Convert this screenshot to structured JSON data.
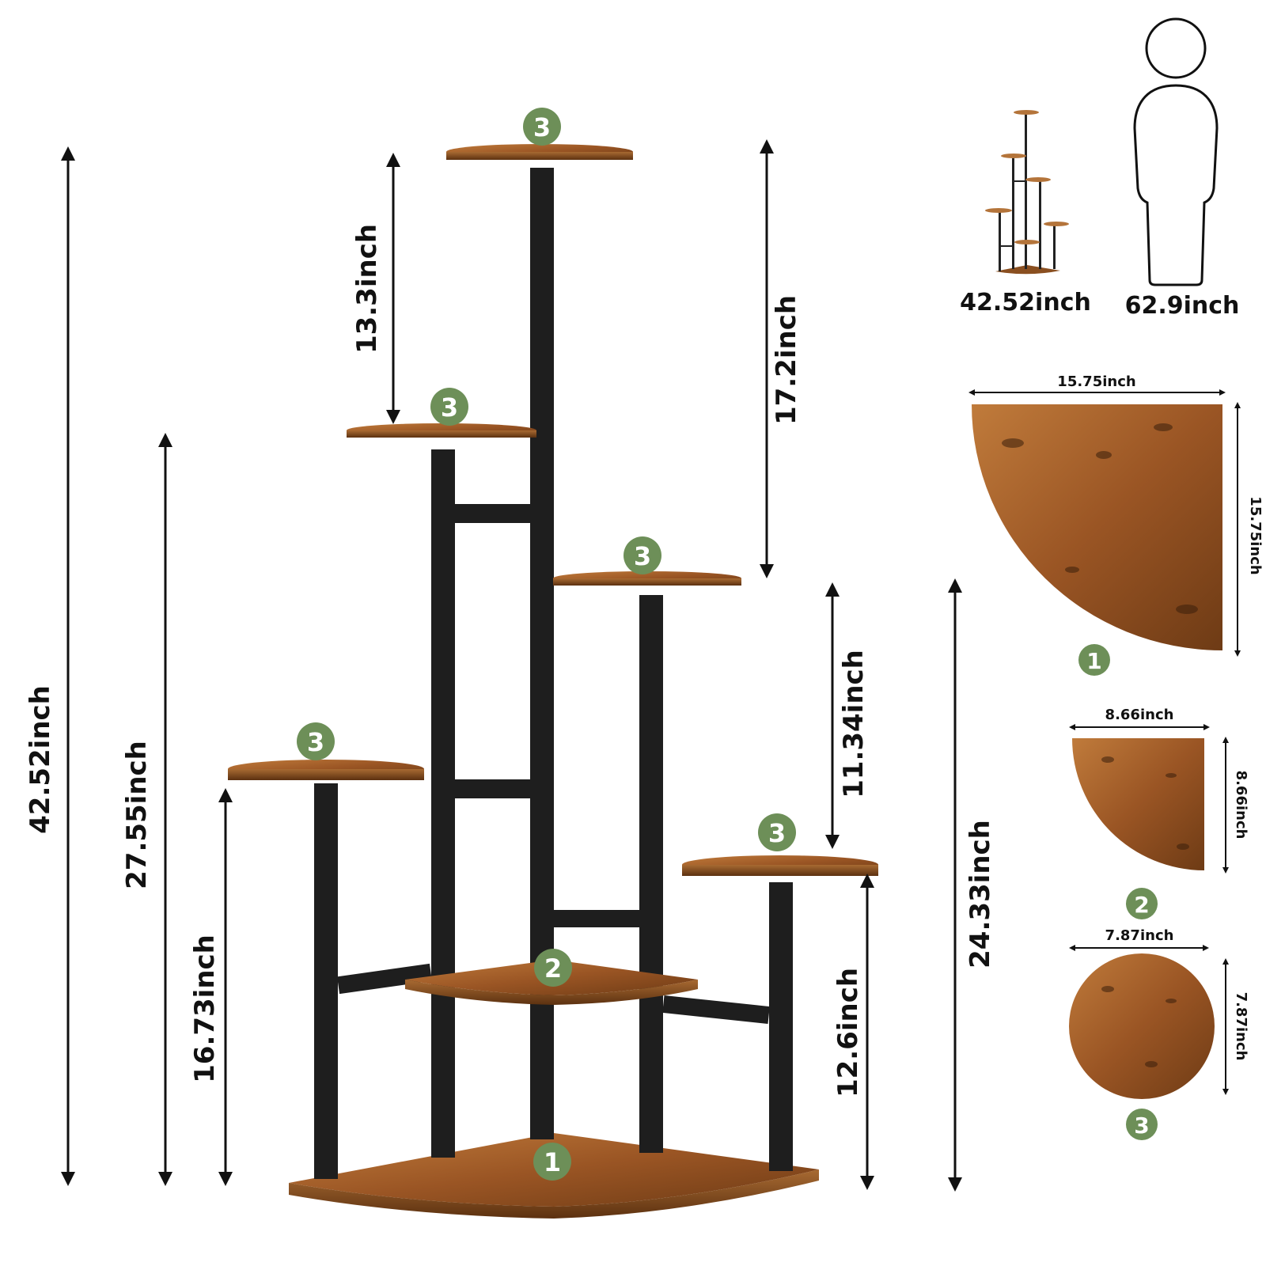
{
  "colors": {
    "badge": "#6d8f58",
    "wood_light": "#b4743a",
    "wood_dark": "#7a4419",
    "metal": "#1e1e1e",
    "dimension_line": "#111111"
  },
  "badges": {
    "base_shelf": "1",
    "corner_shelf": "2",
    "round_shelf": "3"
  },
  "dimensions": {
    "total_height": "42.52inch",
    "second_tier_height": "27.55inch",
    "left_shelf_height": "16.73inch",
    "top_gap": "13.3inch",
    "top_to_middle_right": "17.2inch",
    "middle_right_gap": "11.34inch",
    "lower_right_height": "12.6inch",
    "middle_right_height": "24.33inch"
  },
  "size_comparison": {
    "stand_height": "42.52inch",
    "person_height": "62.9inch"
  },
  "parts": {
    "part1": {
      "width": "15.75inch",
      "depth": "15.75inch",
      "badge": "1"
    },
    "part2": {
      "width": "8.66inch",
      "depth": "8.66inch",
      "badge": "2"
    },
    "part3": {
      "width": "7.87inch",
      "depth": "7.87inch",
      "badge": "3"
    }
  }
}
